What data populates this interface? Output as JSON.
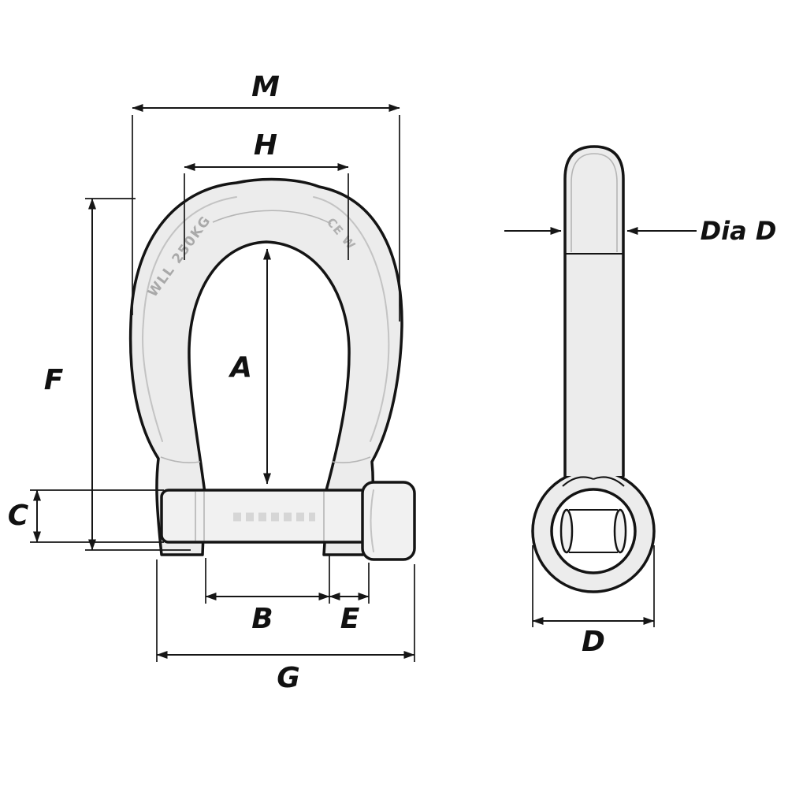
{
  "drawing": {
    "subject": "bow-shackle-technical-drawing",
    "labels": {
      "m": "M",
      "h": "H",
      "a": "A",
      "f": "F",
      "c": "C",
      "b": "B",
      "e": "E",
      "g": "G",
      "dia_d": "Dia D",
      "d": "D"
    },
    "markings": {
      "wll": "WLL 250KG",
      "ce": "CE W"
    },
    "colors": {
      "outline": "#141414",
      "dimension": "#161616",
      "metal_fill": "#ececec",
      "engraving": "#a9a9a9",
      "background": "#ffffff"
    }
  }
}
